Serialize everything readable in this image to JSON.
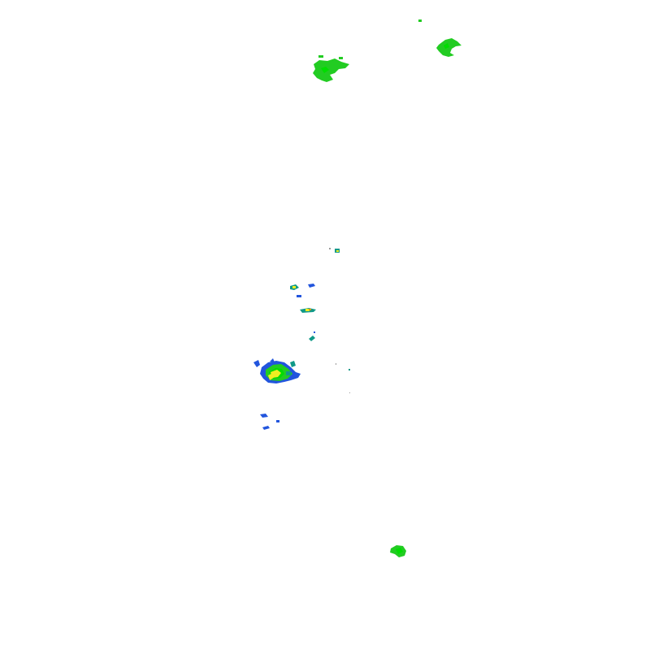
{
  "map": {
    "type": "radar-reflectivity-overlay",
    "background": "#ffffff",
    "palette": {
      "light": "#22cc22",
      "bright": "#00dd00",
      "teal": "#119988",
      "blue": "#2255dd",
      "yellow": "#eeee22",
      "orange": "#dd9900",
      "gray": "#999999"
    },
    "echo_names": [
      "echo-north-center",
      "echo-north-east",
      "echo-tiny-northeast",
      "echo-mid-a",
      "echo-mid-b",
      "echo-mid-c",
      "echo-mid-d",
      "echo-core",
      "echo-south-a",
      "echo-south-b",
      "echo-far-south",
      "echo-specks"
    ]
  }
}
